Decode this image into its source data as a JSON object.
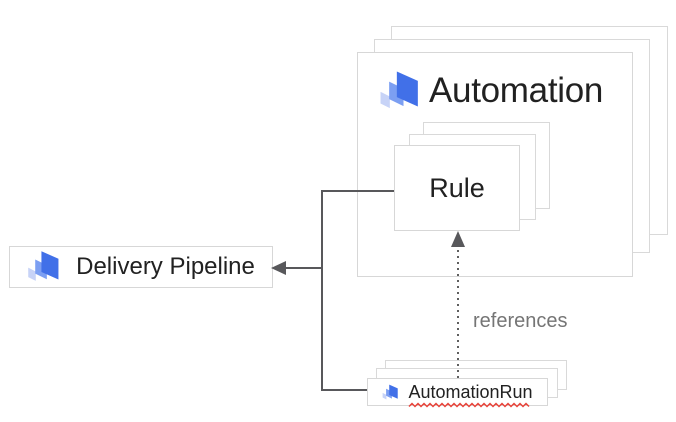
{
  "nodes": {
    "automation": {
      "label": "Automation",
      "icon": "cloud-deploy-icon",
      "stacked": true
    },
    "rule": {
      "label": "Rule",
      "stacked": true
    },
    "delivery_pipeline": {
      "label": "Delivery Pipeline",
      "icon": "cloud-deploy-icon",
      "stacked": false
    },
    "automation_run": {
      "label": "AutomationRun",
      "icon": "cloud-deploy-icon",
      "stacked": true,
      "spellcheck_underline": true
    }
  },
  "edges": {
    "references": {
      "label": "references",
      "style": "dotted"
    },
    "run_to_delivery_pipeline": {
      "style": "solid"
    }
  },
  "colors": {
    "background": "#ffffff",
    "card_border": "#d9d9d9",
    "text_dark": "#212121",
    "label_gray": "#757575",
    "connector_gray": "#58585b",
    "dotted_gray": "#5f5f5f",
    "squiggle_red": "#e8453c",
    "icon_dark_blue": "#4170e8",
    "icon_mid_blue": "#7c9ff2",
    "icon_light_blue": "#c7d3f7"
  }
}
